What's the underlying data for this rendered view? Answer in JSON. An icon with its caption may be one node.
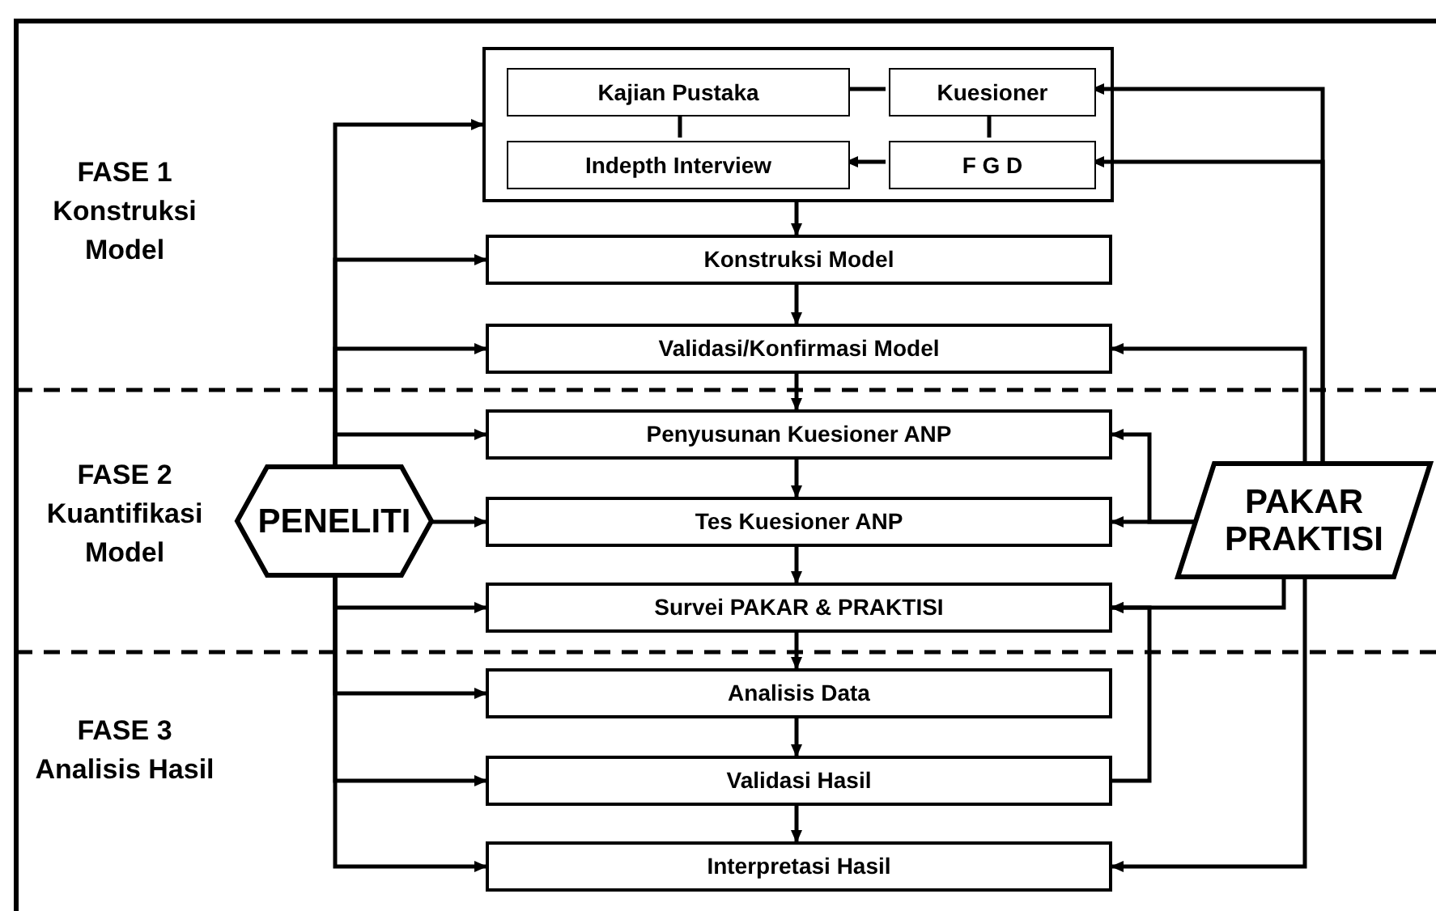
{
  "diagram": {
    "nodes": [
      {
        "text": [],
        "shape": "box"
      },
      {
        "text": [
          "Kajian Pustaka"
        ],
        "in": 0
      },
      {
        "text": [
          "Kuesioner"
        ],
        "in": 0
      },
      {
        "text": [
          "Indepth Interview"
        ],
        "in": 0
      },
      {
        "text": [
          "F G D"
        ],
        "in": 0
      },
      {
        "text": [
          "Konstruksi Model"
        ]
      },
      {
        "text": [
          "Validasi/Konfirmasi Model"
        ]
      },
      {
        "text": [
          "Penyusunan Kuesioner ANP"
        ]
      },
      {
        "text": [
          "Tes Kuesioner ANP"
        ]
      },
      {
        "text": [
          "Survei PAKAR & PRAKTISI"
        ]
      },
      {
        "text": [
          "Analisis Data"
        ]
      },
      {
        "text": [
          "Validasi Hasil"
        ]
      },
      {
        "text": [
          "Interpretasi Hasil"
        ]
      },
      {
        "text": [
          "PENELITI"
        ]
      },
      {
        "text": [
          "PAKAR PRAKTISI"
        ]
      }
    ],
    "edges": [
      {
        "from": 1,
        "to": 2,
        "arrow": "none"
      },
      {
        "from": 1,
        "to": 3,
        "arrow": "none"
      },
      {
        "from": 2,
        "to": 4,
        "arrow": "none"
      },
      {
        "from": 4,
        "to": 3,
        "arrow": "to"
      },
      {
        "from": 0,
        "to": 5,
        "arrow": "to"
      },
      {
        "from": 5,
        "to": 6,
        "arrow": "to"
      },
      {
        "from": 6,
        "to": 7,
        "arrow": "to"
      },
      {
        "from": 7,
        "to": 8,
        "arrow": "to"
      },
      {
        "from": 8,
        "to": 9,
        "arrow": "to"
      },
      {
        "from": 9,
        "to": 10,
        "arrow": "to"
      },
      {
        "from": 10,
        "to": 11,
        "arrow": "to"
      },
      {
        "from": 11,
        "to": 12,
        "arrow": "to"
      },
      {
        "from": 13,
        "to": 0,
        "arrow": "to"
      },
      {
        "from": 13,
        "to": 5,
        "arrow": "to"
      },
      {
        "from": 13,
        "to": 6,
        "arrow": "to"
      },
      {
        "from": 13,
        "to": 7,
        "arrow": "to"
      },
      {
        "from": 13,
        "to": 8,
        "arrow": "to"
      },
      {
        "from": 13,
        "to": 9,
        "arrow": "to"
      },
      {
        "from": 13,
        "to": 10,
        "arrow": "to"
      },
      {
        "from": 13,
        "to": 11,
        "arrow": "to"
      },
      {
        "from": 13,
        "to": 12,
        "arrow": "to"
      },
      {
        "from": 14,
        "to": 2,
        "arrow": "to"
      },
      {
        "from": 14,
        "to": 4,
        "arrow": "to"
      },
      {
        "from": 14,
        "to": 6,
        "arrow": "to"
      },
      {
        "from": 14,
        "to": 7,
        "arrow": "to"
      },
      {
        "from": 14,
        "to": 8,
        "arrow": "to"
      },
      {
        "from": 14,
        "to": 9,
        "arrow": "to"
      },
      {
        "from": 11,
        "to": 9,
        "arrow": "to"
      },
      {
        "from": 14,
        "to": 12,
        "arrow": "to"
      }
    ],
    "labels": [
      "FASE 1 Konstruksi Model",
      "FASE 2 Kuantifikasi Model",
      "FASE 3 Analisis Hasil"
    ]
  }
}
